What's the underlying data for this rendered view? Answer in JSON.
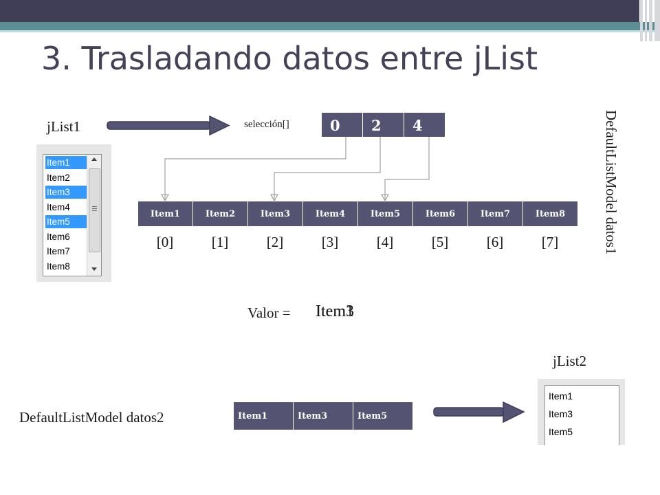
{
  "title": "3. Trasladando datos entre jList",
  "jlist1": {
    "label": "jList1",
    "items": [
      {
        "text": "Item1",
        "selected": true
      },
      {
        "text": "Item2",
        "selected": false
      },
      {
        "text": "Item3",
        "selected": true
      },
      {
        "text": "Item4",
        "selected": false
      },
      {
        "text": "Item5",
        "selected": true
      },
      {
        "text": "Item6",
        "selected": false
      },
      {
        "text": "Item7",
        "selected": false
      },
      {
        "text": "Item8",
        "selected": false
      }
    ]
  },
  "seleccion": {
    "label": "selección[]",
    "values": [
      "0",
      "2",
      "4"
    ]
  },
  "datos1": {
    "label": "DefaultListModel datos1",
    "items": [
      "Item1",
      "Item2",
      "Item3",
      "Item4",
      "Item5",
      "Item6",
      "Item7",
      "Item8"
    ],
    "indices": [
      "[0]",
      "[1]",
      "[2]",
      "[3]",
      "[4]",
      "[5]",
      "[6]",
      "[7]"
    ]
  },
  "valor": {
    "label": "Valor =",
    "value_back": "Item1",
    "value_front": "Item3"
  },
  "datos2": {
    "label": "DefaultListModel datos2",
    "items": [
      "Item1",
      "Item3",
      "Item5"
    ]
  },
  "jlist2": {
    "label": "jList2",
    "items": [
      "Item1",
      "Item3",
      "Item5"
    ]
  },
  "colors": {
    "header": "#3f3e56",
    "accent": "#5b8f93",
    "cell": "#545372",
    "selection": "#3399ff"
  }
}
